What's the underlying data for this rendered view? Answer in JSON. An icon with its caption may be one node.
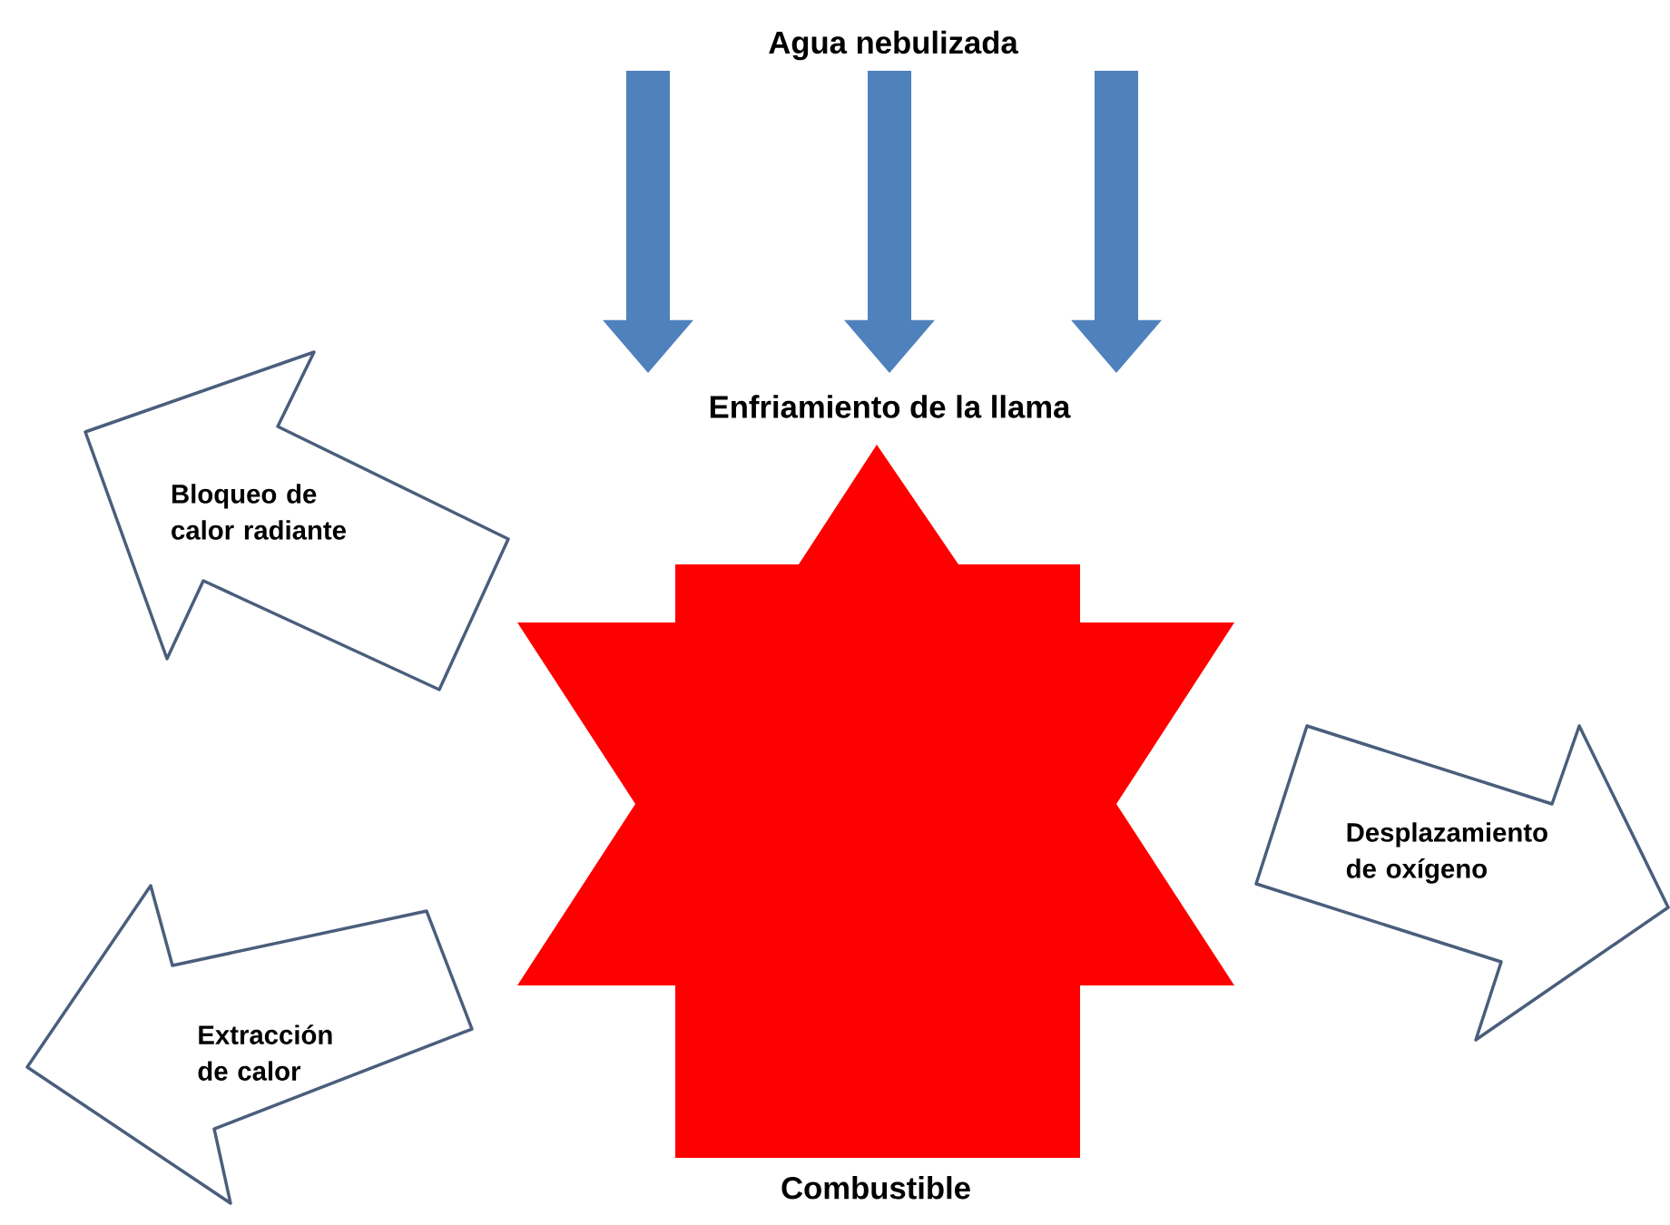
{
  "diagram": {
    "nodes": [
      {
        "text": [
          "Agua nebulizada"
        ]
      },
      {
        "text": [
          "Enfriamiento de la llama"
        ]
      },
      {
        "text": [],
        "shape": "star",
        "beside": [
          "Combustible"
        ]
      },
      {
        "text": [
          "Bloqueo de calor radiante"
        ]
      },
      {
        "text": [
          "Desplazamiento de oxígeno"
        ]
      },
      {
        "text": [
          "Extracción de calor"
        ]
      }
    ],
    "edges": [
      {
        "from": 0,
        "to": 1,
        "arrow": "to",
        "color": "#4f81bd"
      },
      {
        "from": 0,
        "to": 1,
        "arrow": "to",
        "color": "#4f81bd"
      },
      {
        "from": 0,
        "to": 1,
        "arrow": "to",
        "color": "#4f81bd"
      }
    ]
  }
}
